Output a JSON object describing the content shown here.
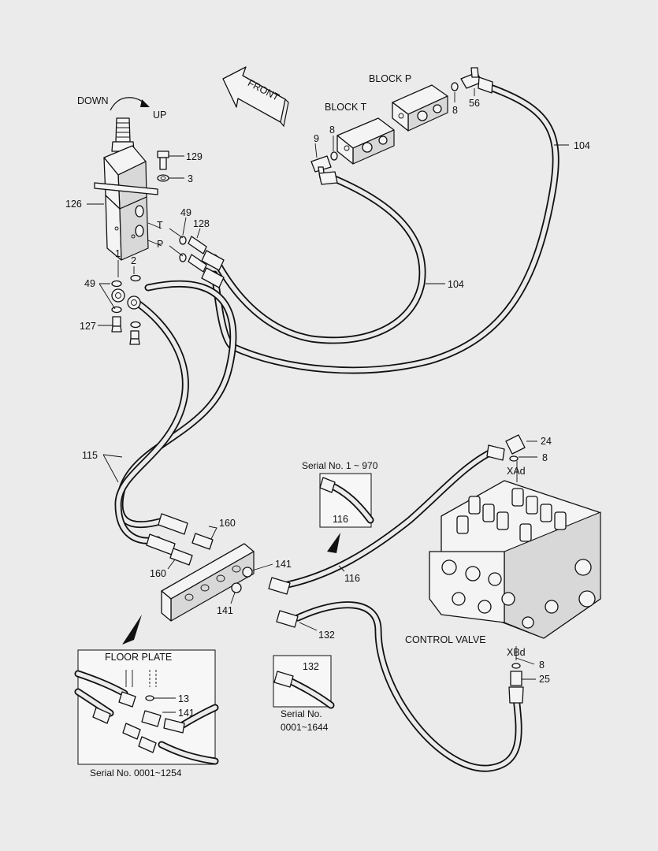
{
  "labels": {
    "down": "DOWN",
    "up": "UP",
    "front": "FRONT",
    "block_p": "BLOCK P",
    "block_t": "BLOCK T",
    "port_t": "T",
    "port_p": "P",
    "xad": "XAd",
    "xbd": "XBd",
    "control_valve": "CONTROL VALVE",
    "floor_plate": "FLOOR PLATE"
  },
  "serial_notes": {
    "inset_116": "Serial No. 1 ~ 970",
    "inset_132_line1": "Serial No.",
    "inset_132_line2": "0001~1644",
    "floor_plate": "Serial No. 0001~1254"
  },
  "part_numbers": {
    "p129": "129",
    "p3": "3",
    "p126": "126",
    "p49_top": "49",
    "p128": "128",
    "p1": "1",
    "p2": "2",
    "p49_left": "49",
    "p127": "127",
    "p9": "9",
    "p8_block_t": "8",
    "p8_block_p": "8",
    "p56": "56",
    "p104_top": "104",
    "p104_mid": "104",
    "p24": "24",
    "p8_xad": "8",
    "p115": "115",
    "p160_top": "160",
    "p160_bottom": "160",
    "p141_right": "141",
    "p141_left": "141",
    "p116_inset": "116",
    "p116": "116",
    "p132": "132",
    "p132_inset": "132",
    "p8_xbd": "8",
    "p25": "25",
    "p13_floor": "13",
    "p141_floor": "141"
  }
}
